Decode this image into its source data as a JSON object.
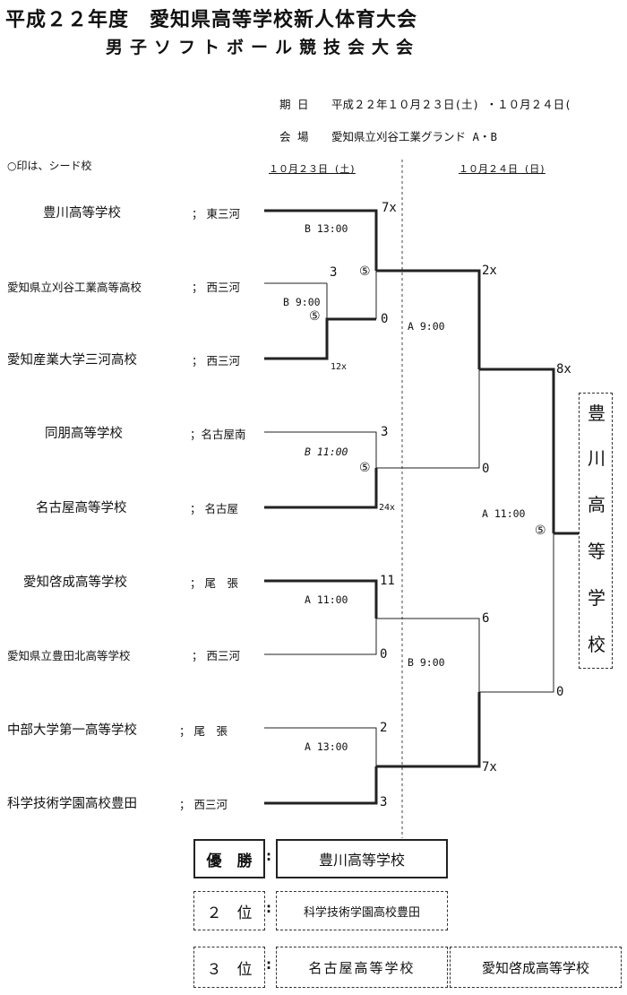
{
  "header": {
    "title_line1": "平成２２年度　愛知県高等学校新人体育大会",
    "title_line2": "男子ソフトボール競技会大会",
    "date_label": "期 日",
    "date_value": "平成２２年１０月２３日(土) ・１０月２４日(",
    "venue_label": "会 場",
    "venue_value": "愛知県立刈谷工業グランド A・B",
    "seed_note": "○印は、シード校",
    "day1_header": "１０月２３日 (土)",
    "day2_header": "１０月２４日 (日)"
  },
  "teams": [
    {
      "name": "豊川高等学校",
      "region": "； 東三河"
    },
    {
      "name": "愛知県立刈谷工業高等高校",
      "region": "； 西三河"
    },
    {
      "name": "愛知産業大学三河高校",
      "region": "； 西三河"
    },
    {
      "name": "同朋高等学校",
      "region": "；名古屋南"
    },
    {
      "name": "名古屋高等学校",
      "region": "； 名古屋"
    },
    {
      "name": "愛知啓成高等学校",
      "region": "； 尾　張"
    },
    {
      "name": "愛知県立豊田北高等学校",
      "region": "； 西三河"
    },
    {
      "name": "中部大学第一高等学校",
      "region": "； 尾　張"
    },
    {
      "name": "科学技術学園高校豊田",
      "region": "； 西三河"
    }
  ],
  "games": {
    "g1": "B 9:00",
    "g2": "B 13:00",
    "g3": "B 11:00",
    "g4": "A 11:00",
    "g5": "A 13:00",
    "g6": "A 9:00",
    "g7": "B 9:00",
    "g8": "A 11:00"
  },
  "scores": {
    "s_toyokawa_r2": "7x",
    "s_kariya_r1": "3",
    "s_sansan_r1": "12x",
    "s_sansan_r2": "0",
    "s_doho_r1": "3",
    "s_nagoya_r1": "24x",
    "s_keisei_r1": "11",
    "s_toyotakita_r1": "0",
    "s_chubu_r1": "2",
    "s_kagaku_r1": "3",
    "s_sf1_top": "2x",
    "s_sf1_bot": "0",
    "s_sf2_top": "6",
    "s_sf2_bot": "7x",
    "s_final_top": "8x",
    "s_final_bot": "0"
  },
  "seed_marks": [
    "⑤",
    "⑤",
    "⑤",
    "⑤"
  ],
  "champion_chars": [
    "豊",
    "川",
    "高",
    "等",
    "学",
    "校"
  ],
  "results": {
    "first_label": "優　勝",
    "first_team": "豊川高等学校",
    "second_label": "２　位",
    "second_team": "科学技術学園高校豊田",
    "third_label": "３　位",
    "third_team_1": "名古屋高等学校",
    "third_team_2": "愛知啓成高等学校",
    "colon": ":"
  }
}
